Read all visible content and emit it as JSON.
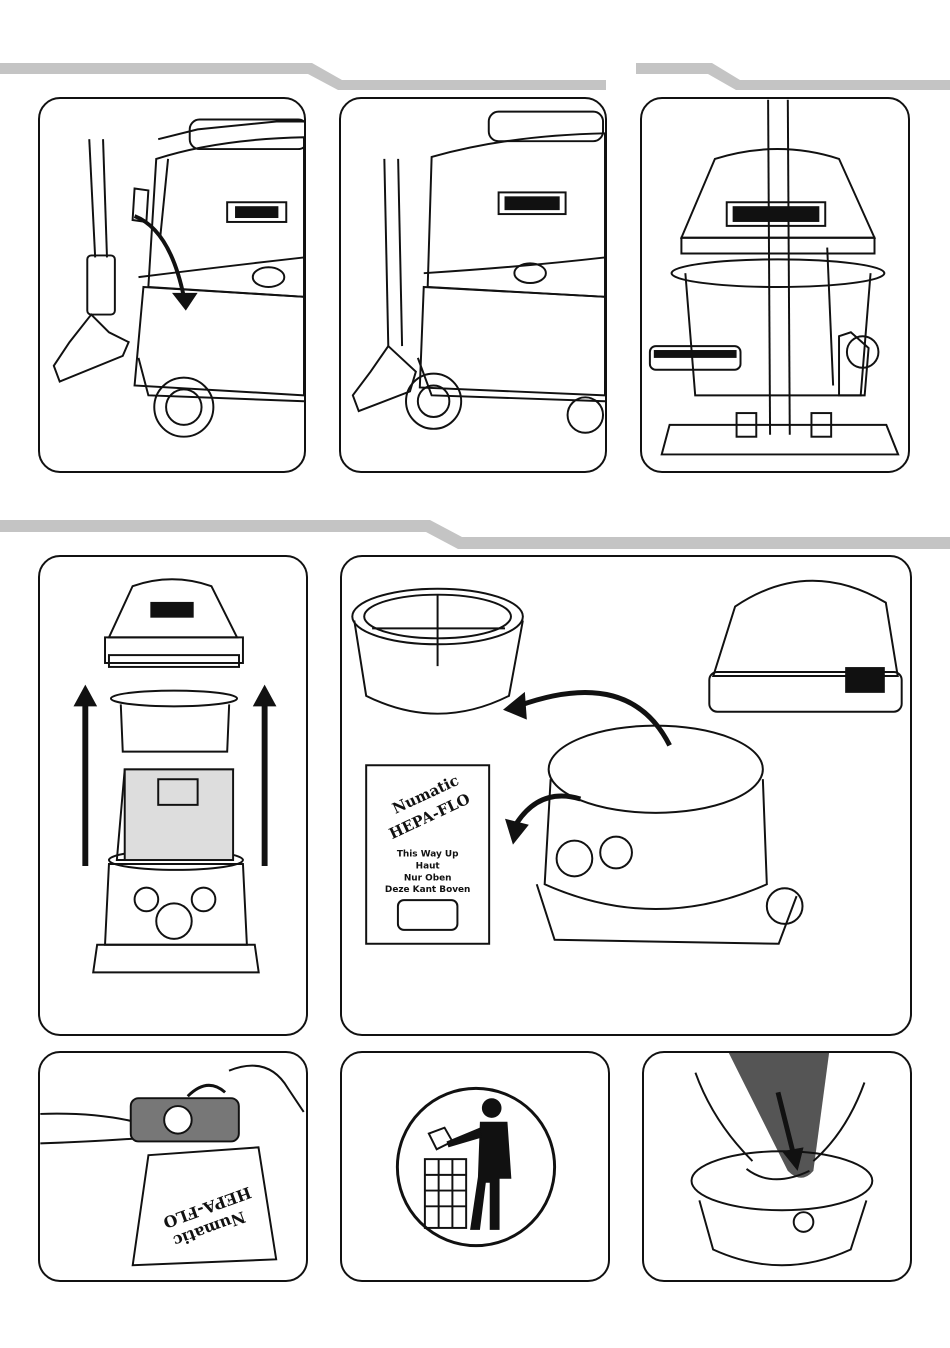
{
  "bag_card": {
    "brand": "Numatic",
    "product": "HEPA-FLO",
    "lines": [
      "This Way Up",
      "Haut",
      "Nur Oben",
      "Deze Kant Boven"
    ]
  },
  "bag_print": {
    "brand": "Numatic",
    "product": "HEPA-FLO"
  },
  "colors": {
    "band": "#c4c4c4",
    "line": "#111111",
    "fill_bag": "#dddddd",
    "fill_dark": "#555555"
  },
  "icons": [
    "down-arrow-icon",
    "up-arrow-icon",
    "curved-arrow-icon",
    "tidy-man-icon"
  ]
}
